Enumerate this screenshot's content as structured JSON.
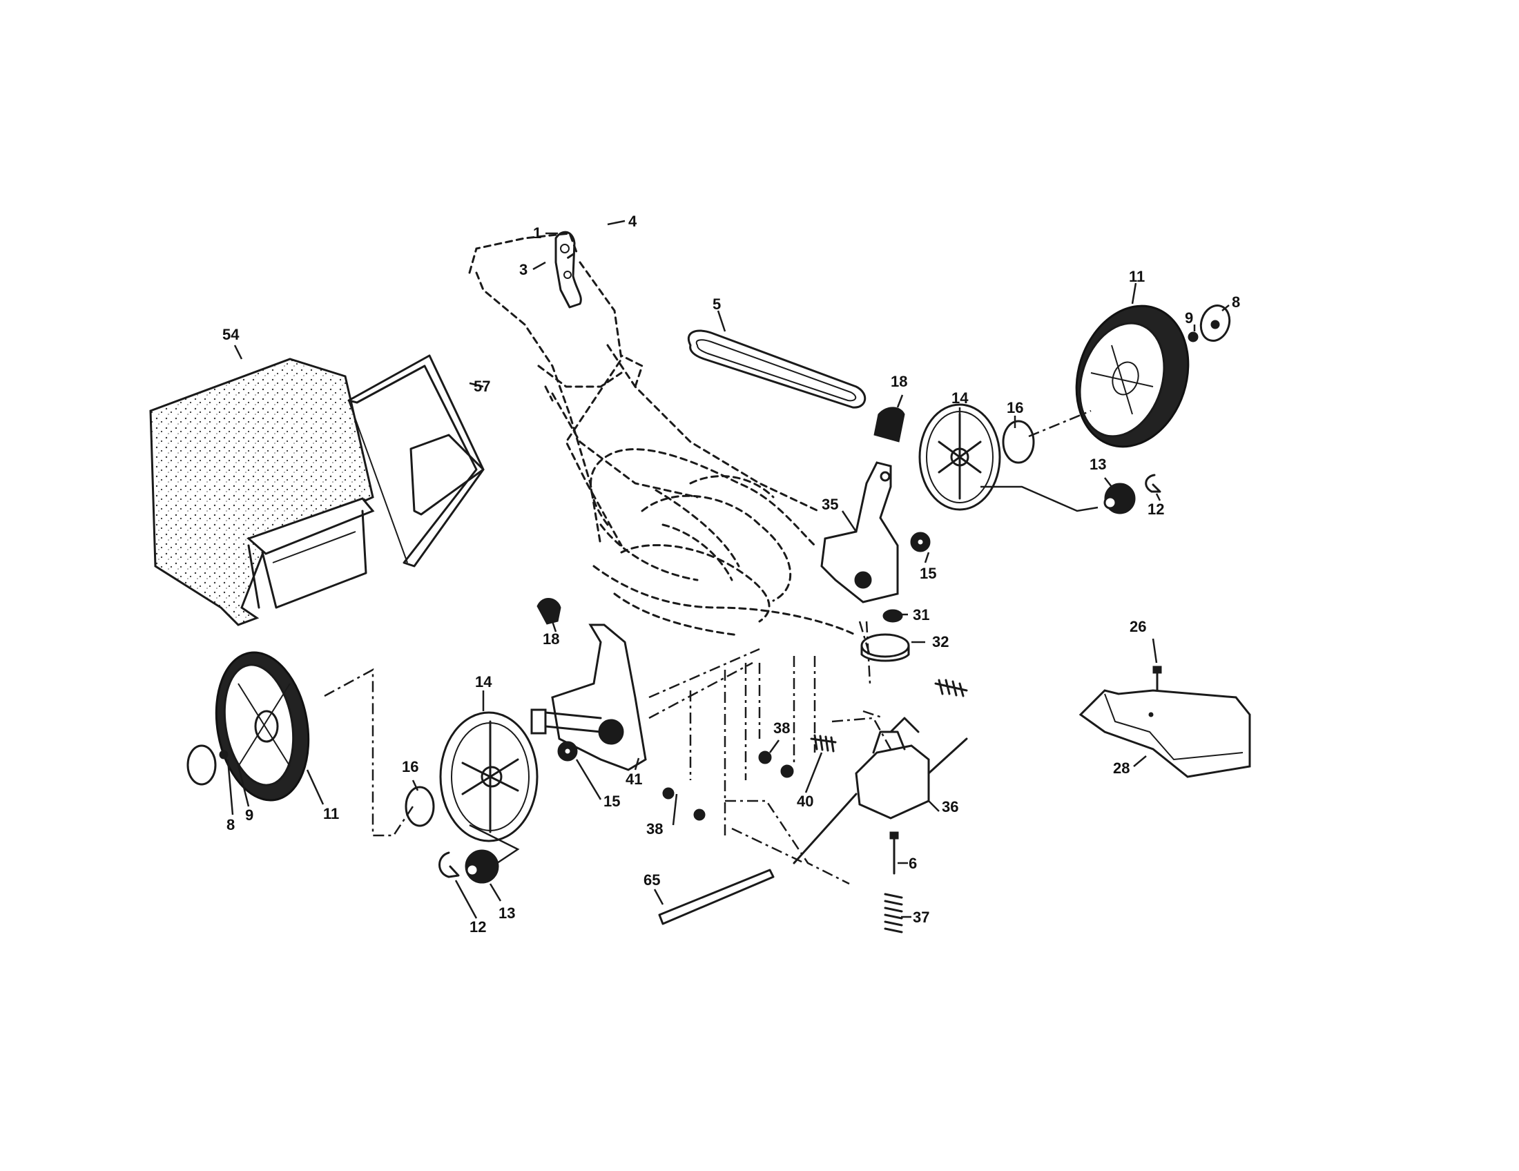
{
  "callouts": {
    "c1": "1",
    "c3": "3",
    "c4": "4",
    "c5": "5",
    "c54": "54",
    "c57": "57",
    "c11_right": "11",
    "c9_right": "9",
    "c8_right": "8",
    "c18_right": "18",
    "c14_right": "14",
    "c16_right": "16",
    "c13_right": "13",
    "c12_right": "12",
    "c35": "35",
    "c15_right": "15",
    "c31": "31",
    "c32": "32",
    "c26": "26",
    "c28": "28",
    "c18_left": "18",
    "c14_left": "14",
    "c38_a": "38",
    "c38_b": "38",
    "c41": "41",
    "c15_left": "15",
    "c40": "40",
    "c36": "36",
    "c16_left": "16",
    "c11_left": "11",
    "c9_left": "9",
    "c8_left": "8",
    "c6": "6",
    "c65": "65",
    "c37": "37",
    "c13_left": "13",
    "c12_left": "12"
  }
}
